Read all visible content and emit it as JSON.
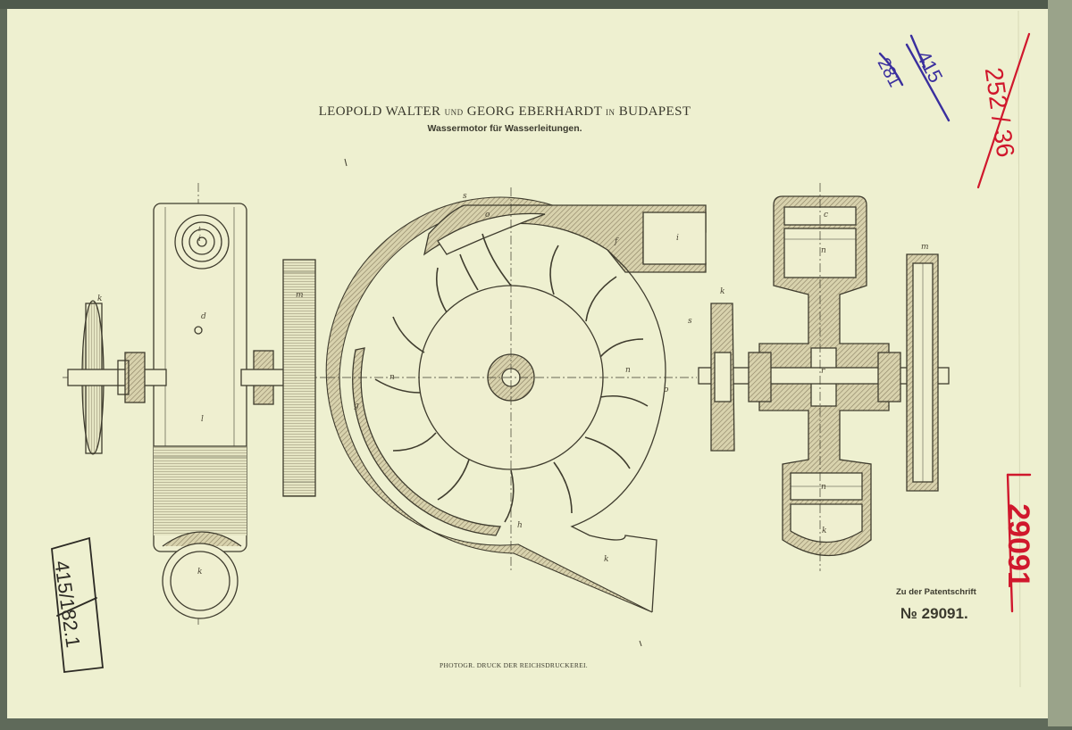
{
  "header": {
    "inventor_1": "LEOPOLD WALTER",
    "conj_1": "UND",
    "inventor_2": "GEORG EBERHARDT",
    "conj_2": "IN",
    "city": "BUDAPEST",
    "subtitle": "Wassermotor für Wasserleitungen."
  },
  "footer": {
    "printer": "PHOTOGR. DRUCK DER REICHSDRUCKEREI.",
    "patent_ref_label": "Zu der Patentschrift",
    "patent_number": "№ 29091."
  },
  "handwritten": {
    "blue_top": "415",
    "blue_bottom": "281",
    "red_top_right": "252 / 36",
    "black_box": "415/182.1",
    "red_number": "29091"
  },
  "part_letters": {
    "side_view": [
      "i",
      "t",
      "d",
      "k",
      "l",
      "k",
      "m"
    ],
    "wheel_view": [
      "s",
      "o",
      "f",
      "i",
      "s",
      "n",
      "n",
      "o",
      "g",
      "h",
      "k"
    ],
    "section_view": [
      "c",
      "n",
      "k",
      "m",
      "r",
      "n",
      "k"
    ]
  },
  "colors": {
    "paper": "#eef0d0",
    "ink": "#3b3a2e",
    "section_hatch": "#b9b08c",
    "red_ink": "#d0182d",
    "blue_ink": "#3a2f9e"
  }
}
